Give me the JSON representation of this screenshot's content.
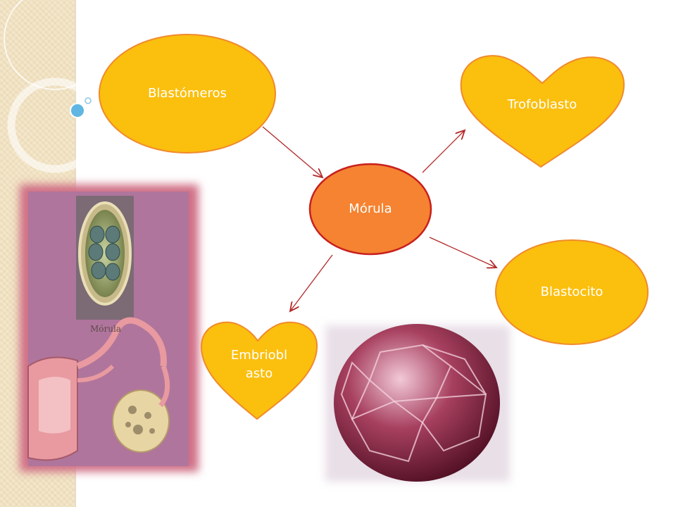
{
  "slide": {
    "nodes": {
      "center": "Mórula",
      "top_left": "Blastómeros",
      "top_right": "Trofoblasto",
      "right": "Blastocito",
      "bottom_left_line1": "Embriobl",
      "bottom_left_line2": "asto"
    },
    "illustration_caption": "Mórula"
  },
  "colors": {
    "ellipse_fill": "#fbbf0e",
    "ellipse_stroke": "#f08a2c",
    "center_fill": "#f58331",
    "center_stroke": "#c8201e",
    "arrow": "#b32a2a"
  }
}
